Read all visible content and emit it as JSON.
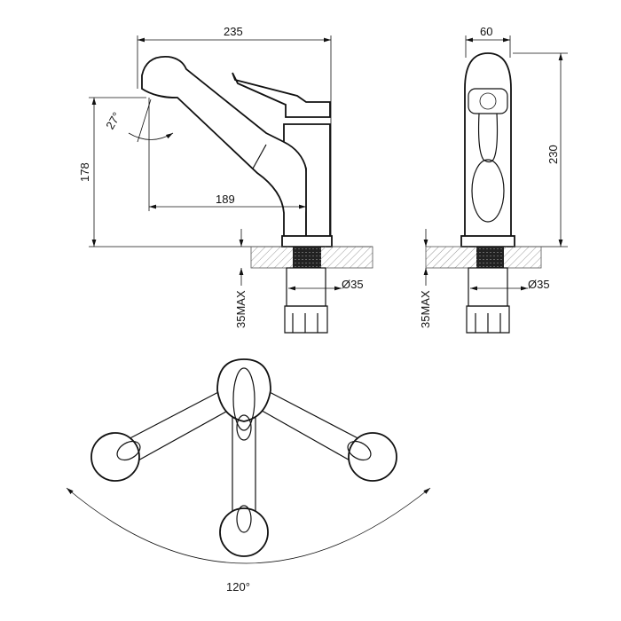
{
  "title": "Faucet technical drawing",
  "side_view": {
    "width_total": "235",
    "spray_angle": "27°",
    "height_spout": "178",
    "reach": "189",
    "max_counter": "35MAX",
    "hole_diameter": "Ø35"
  },
  "front_view": {
    "width": "60",
    "height": "230",
    "max_counter": "35MAX",
    "hole_diameter": "Ø35"
  },
  "top_view": {
    "rotation_angle": "120°"
  }
}
